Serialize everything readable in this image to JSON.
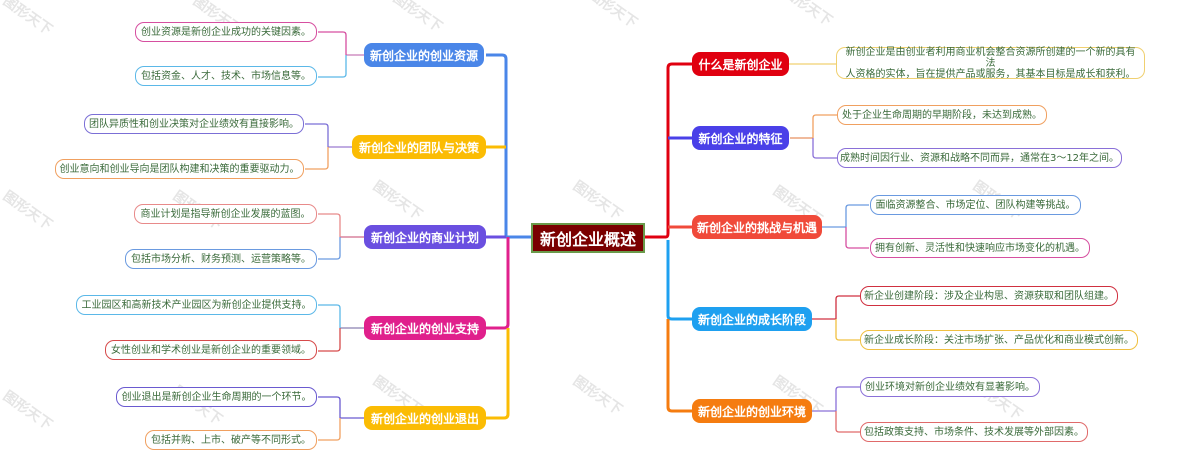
{
  "root": {
    "label": "新创企业概述",
    "bg": "#7a0000",
    "border": "#6a9a4a"
  },
  "left_branches": [
    {
      "label": "新创企业的创业资源",
      "color": "#4a86e8",
      "children": [
        {
          "text": "创业资源是新创企业成功的关键因素。",
          "border": "#d64fa0"
        },
        {
          "text": "包括资金、人才、技术、市场信息等。",
          "border": "#5bb8e8"
        }
      ]
    },
    {
      "label": "新创企业的团队与决策",
      "color": "#fbbc04",
      "children": [
        {
          "text": "团队异质性和创业决策对企业绩效有直接影响。",
          "border": "#7b6fd6"
        },
        {
          "text": "创业意向和创业导向是团队构建和决策的重要驱动力。",
          "border": "#f0a060"
        }
      ]
    },
    {
      "label": "新创企业的商业计划",
      "color": "#6a4fe0",
      "children": [
        {
          "text": "商业计划是指导新创企业发展的蓝图。",
          "border": "#e88a8a"
        },
        {
          "text": "包括市场分析、财务预测、运营策略等。",
          "border": "#6a9ae0"
        }
      ]
    },
    {
      "label": "新创企业的创业支持",
      "color": "#e0208c",
      "children": [
        {
          "text": "工业园区和高新技术产业园区为新创企业提供支持。",
          "border": "#5bb8e8"
        },
        {
          "text": "女性创业和学术创业是新创企业的重要领域。",
          "border": "#d64a4a"
        }
      ]
    },
    {
      "label": "新创企业的创业退出",
      "color": "#fbbc04",
      "children": [
        {
          "text": "创业退出是新创企业生命周期的一个环节。",
          "border": "#6a5ad0"
        },
        {
          "text": "包括并购、上市、破产等不同形式。",
          "border": "#f0a060"
        }
      ]
    }
  ],
  "right_branches": [
    {
      "label": "什么是新创企业",
      "color": "#e00010",
      "children": [
        {
          "text": "新创企业是由创业者利用商业机会整合资源所创建的一个新的具有法人资格的实体，旨在提供产品或服务，其基本目标是成长和获利。",
          "line1": "新创企业是由创业者利用商业机会整合资源所创建的一个新的具有法",
          "line2": "人资格的实体，旨在提供产品或服务，其基本目标是成长和获利。",
          "border": "#f0d070"
        }
      ]
    },
    {
      "label": "新创企业的特征",
      "color": "#4a40e8",
      "children": [
        {
          "text": "处于企业生命周期的早期阶段，未达到成熟。",
          "border": "#f0a060"
        },
        {
          "text": "成熟时间因行业、资源和战略不同而异，通常在3～12年之间。",
          "border": "#8a70d8"
        }
      ]
    },
    {
      "label": "新创企业的挑战与机遇",
      "color": "#f04a3a",
      "children": [
        {
          "text": "面临资源整合、市场定位、团队构建等挑战。",
          "border": "#6a9ae0"
        },
        {
          "text": "拥有创新、灵活性和快速响应市场变化的机遇。",
          "border": "#d64fa0"
        }
      ]
    },
    {
      "label": "新创企业的成长阶段",
      "color": "#1ea0f0",
      "children": [
        {
          "text": "新企业创建阶段：涉及企业构思、资源获取和团队组建。",
          "border": "#d03040"
        },
        {
          "text": "新企业成长阶段：关注市场扩张、产品优化和商业模式创新。",
          "border": "#f0c040"
        }
      ]
    },
    {
      "label": "新创企业的创业环境",
      "color": "#f57c10",
      "children": [
        {
          "text": "创业环境对新创企业绩效有显著影响。",
          "border": "#8a70d8"
        },
        {
          "text": "包括政策支持、市场条件、技术发展等外部因素。",
          "border": "#e06a6a"
        }
      ]
    }
  ],
  "watermark": "图形天下"
}
